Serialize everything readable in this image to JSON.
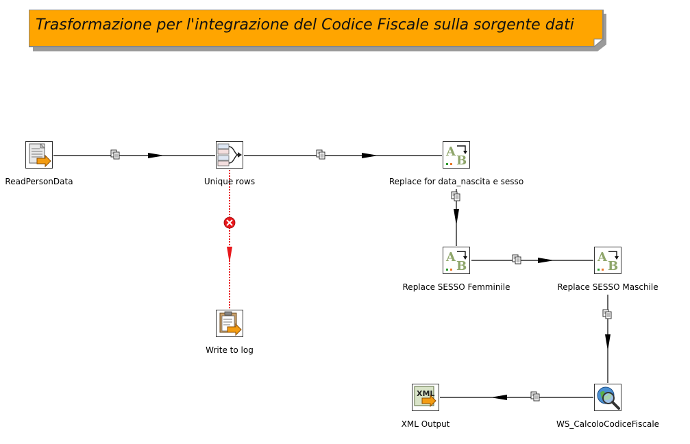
{
  "note": {
    "text": "Trasformazione per l'integrazione del Codice Fiscale sulla sorgente dati",
    "fill": "#FFA500",
    "border": "#888888"
  },
  "steps": {
    "read_person_data": {
      "label": "ReadPersonData",
      "icon": "text-file-input-icon"
    },
    "unique_rows": {
      "label": "Unique rows",
      "icon": "unique-rows-icon"
    },
    "replace_data_nascita": {
      "label": "Replace for data_nascita e sesso",
      "icon": "replace-string-icon"
    },
    "write_to_log": {
      "label": "Write to log",
      "icon": "write-to-log-icon"
    },
    "replace_sesso_femminile": {
      "label": "Replace SESSO Femminile",
      "icon": "replace-string-icon"
    },
    "replace_sesso_maschile": {
      "label": "Replace SESSO Maschile",
      "icon": "replace-string-icon"
    },
    "ws_calcolo": {
      "label": "WS_CalcoloCodiceFiscale",
      "icon": "web-service-lookup-icon"
    },
    "xml_output": {
      "label": "XML Output",
      "icon": "xml-output-icon"
    }
  },
  "hops": {
    "normal_color": "#000000",
    "error_color": "#E8171B",
    "edges": [
      {
        "from": "ReadPersonData",
        "to": "Unique rows",
        "type": "copy"
      },
      {
        "from": "Unique rows",
        "to": "Replace for data_nascita e sesso",
        "type": "copy"
      },
      {
        "from": "Unique rows",
        "to": "Write to log",
        "type": "error"
      },
      {
        "from": "Replace for data_nascita e sesso",
        "to": "Replace SESSO Femminile",
        "type": "copy"
      },
      {
        "from": "Replace SESSO Femminile",
        "to": "Replace SESSO Maschile",
        "type": "copy"
      },
      {
        "from": "Replace SESSO Maschile",
        "to": "WS_CalcoloCodiceFiscale",
        "type": "copy"
      },
      {
        "from": "WS_CalcoloCodiceFiscale",
        "to": "XML Output",
        "type": "copy"
      }
    ]
  }
}
